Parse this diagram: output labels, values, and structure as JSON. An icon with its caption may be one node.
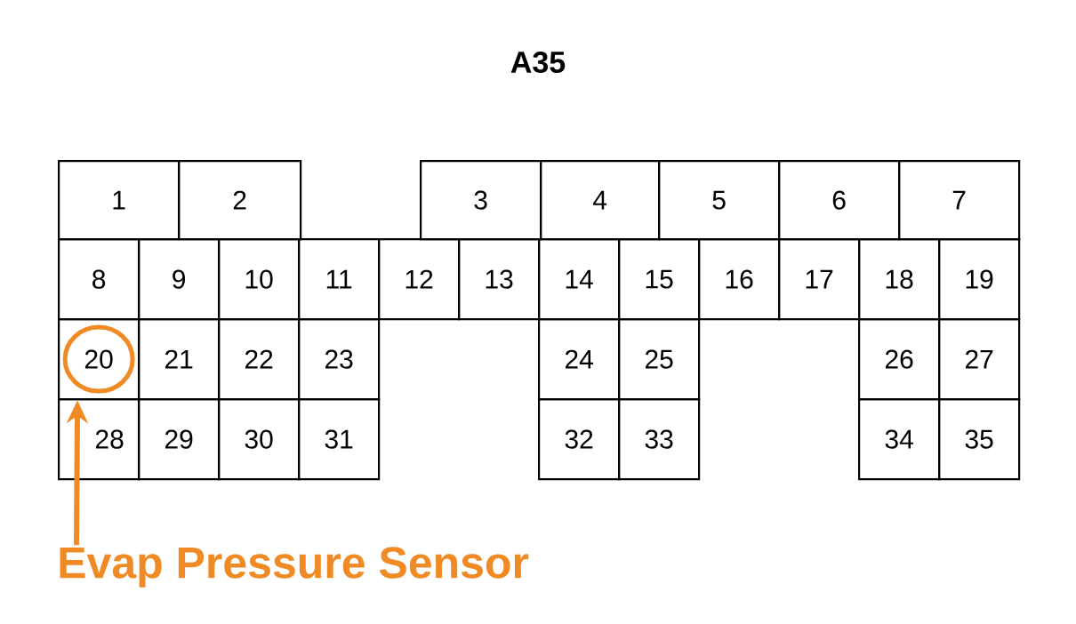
{
  "diagram": {
    "title": "A35",
    "nodes": [
      {
        "text": [
          "1"
        ]
      },
      {
        "text": [
          "2"
        ]
      },
      {
        "text": [
          "3"
        ]
      },
      {
        "text": [
          "4"
        ]
      },
      {
        "text": [
          "5"
        ]
      },
      {
        "text": [
          "6"
        ]
      },
      {
        "text": [
          "7"
        ]
      },
      {
        "text": [
          "8"
        ]
      },
      {
        "text": [
          "9"
        ]
      },
      {
        "text": [
          "10"
        ]
      },
      {
        "text": [
          "11"
        ]
      },
      {
        "text": [
          "12"
        ]
      },
      {
        "text": [
          "13"
        ]
      },
      {
        "text": [
          "14"
        ]
      },
      {
        "text": [
          "15"
        ]
      },
      {
        "text": [
          "16"
        ]
      },
      {
        "text": [
          "17"
        ]
      },
      {
        "text": [
          "18"
        ]
      },
      {
        "text": [
          "19"
        ]
      },
      {
        "text": [
          "20"
        ]
      },
      {
        "text": [
          "21"
        ]
      },
      {
        "text": [
          "22"
        ]
      },
      {
        "text": [
          "23"
        ]
      },
      {
        "text": [
          "24"
        ]
      },
      {
        "text": [
          "25"
        ]
      },
      {
        "text": [
          "26"
        ]
      },
      {
        "text": [
          "27"
        ]
      },
      {
        "text": [
          "28"
        ]
      },
      {
        "text": [
          "29"
        ]
      },
      {
        "text": [
          "30"
        ]
      },
      {
        "text": [
          "31"
        ]
      },
      {
        "text": [
          "32"
        ]
      },
      {
        "text": [
          "33"
        ]
      },
      {
        "text": [
          "34"
        ]
      },
      {
        "text": [
          "35"
        ]
      },
      {
        "text": [
          "Evap Pressure Sensor"
        ]
      }
    ],
    "edges": [
      {
        "from": 35,
        "to": 19,
        "arrow": "to",
        "color": "#f08a24"
      }
    ]
  }
}
